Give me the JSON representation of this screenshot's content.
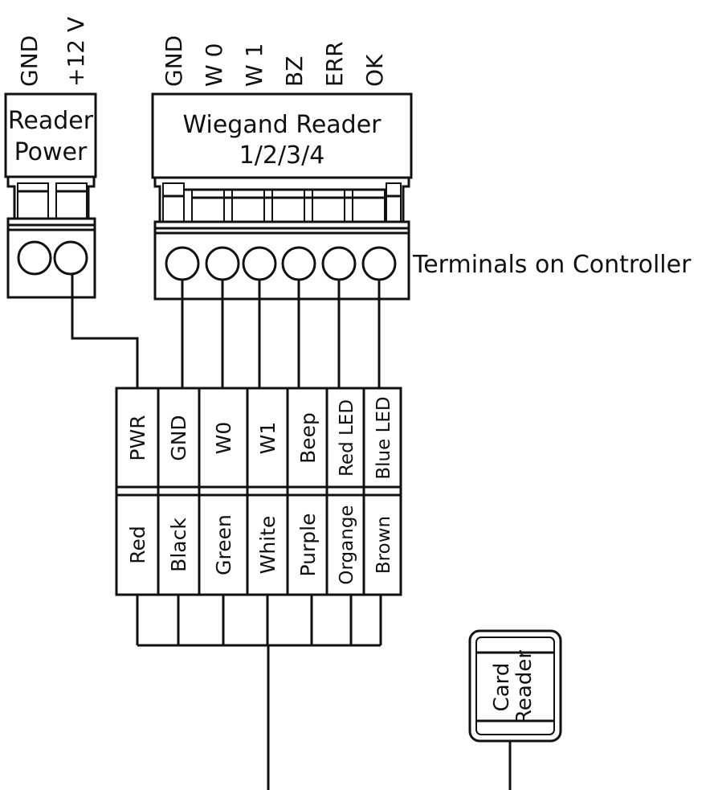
{
  "reader_power": {
    "pin_labels": [
      "GND",
      "+12 V"
    ],
    "title_line1": "Reader",
    "title_line2": "Power"
  },
  "wiegand": {
    "pin_labels": [
      "GND",
      "W 0",
      "W 1",
      "BZ",
      "ERR",
      "OK"
    ],
    "title_line1": "Wiegand Reader",
    "title_line2": "1/2/3/4"
  },
  "terminals_label": "Terminals on Controller",
  "cable": {
    "signals": [
      "PWR",
      "GND",
      "W0",
      "W1",
      "Beep",
      "Red LED",
      "Blue LED"
    ],
    "colors": [
      "Red",
      "Black",
      "Green",
      "White",
      "Purple",
      "Organge",
      "Brown"
    ]
  },
  "card_reader": {
    "line1": "Card",
    "line2": "Reader"
  }
}
